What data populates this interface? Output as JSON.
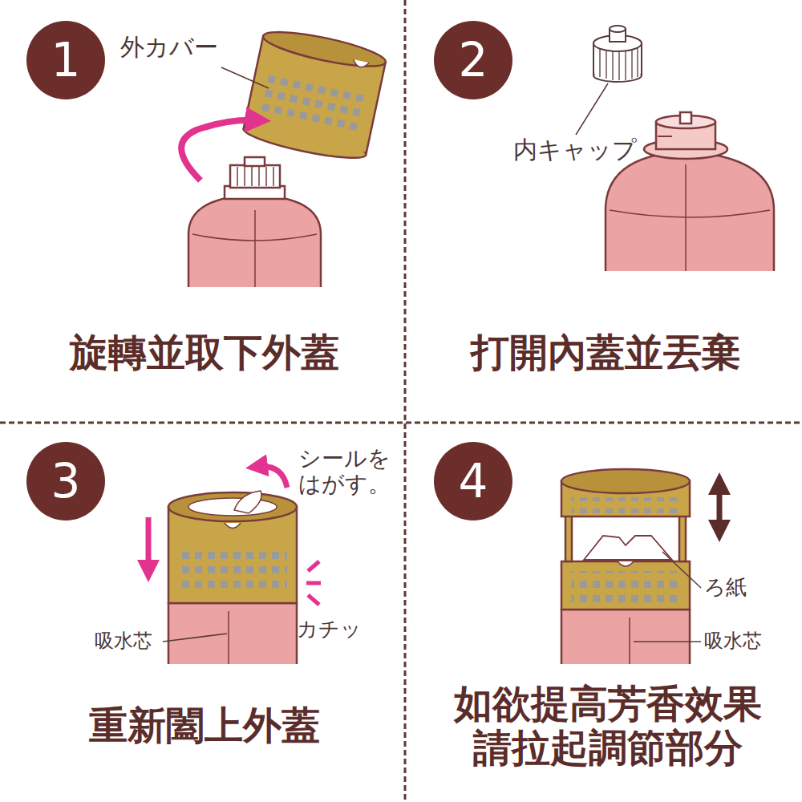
{
  "diagram": {
    "nodes": [
      {
        "text": [
          "1"
        ]
      },
      {
        "text": [
          "2"
        ]
      },
      {
        "text": [
          "3"
        ]
      },
      {
        "text": [
          "4"
        ]
      }
    ],
    "labels": [
      "外カバー",
      "旋轉並取下外蓋",
      "内キャップ",
      "打開內蓋並丟棄",
      "シールを はがす。",
      "吸水芯",
      "カチッ",
      "重新闔上外蓋",
      "ろ紙",
      "吸水芯",
      "如欲提高芳香效果 請拉起調節部分"
    ]
  }
}
